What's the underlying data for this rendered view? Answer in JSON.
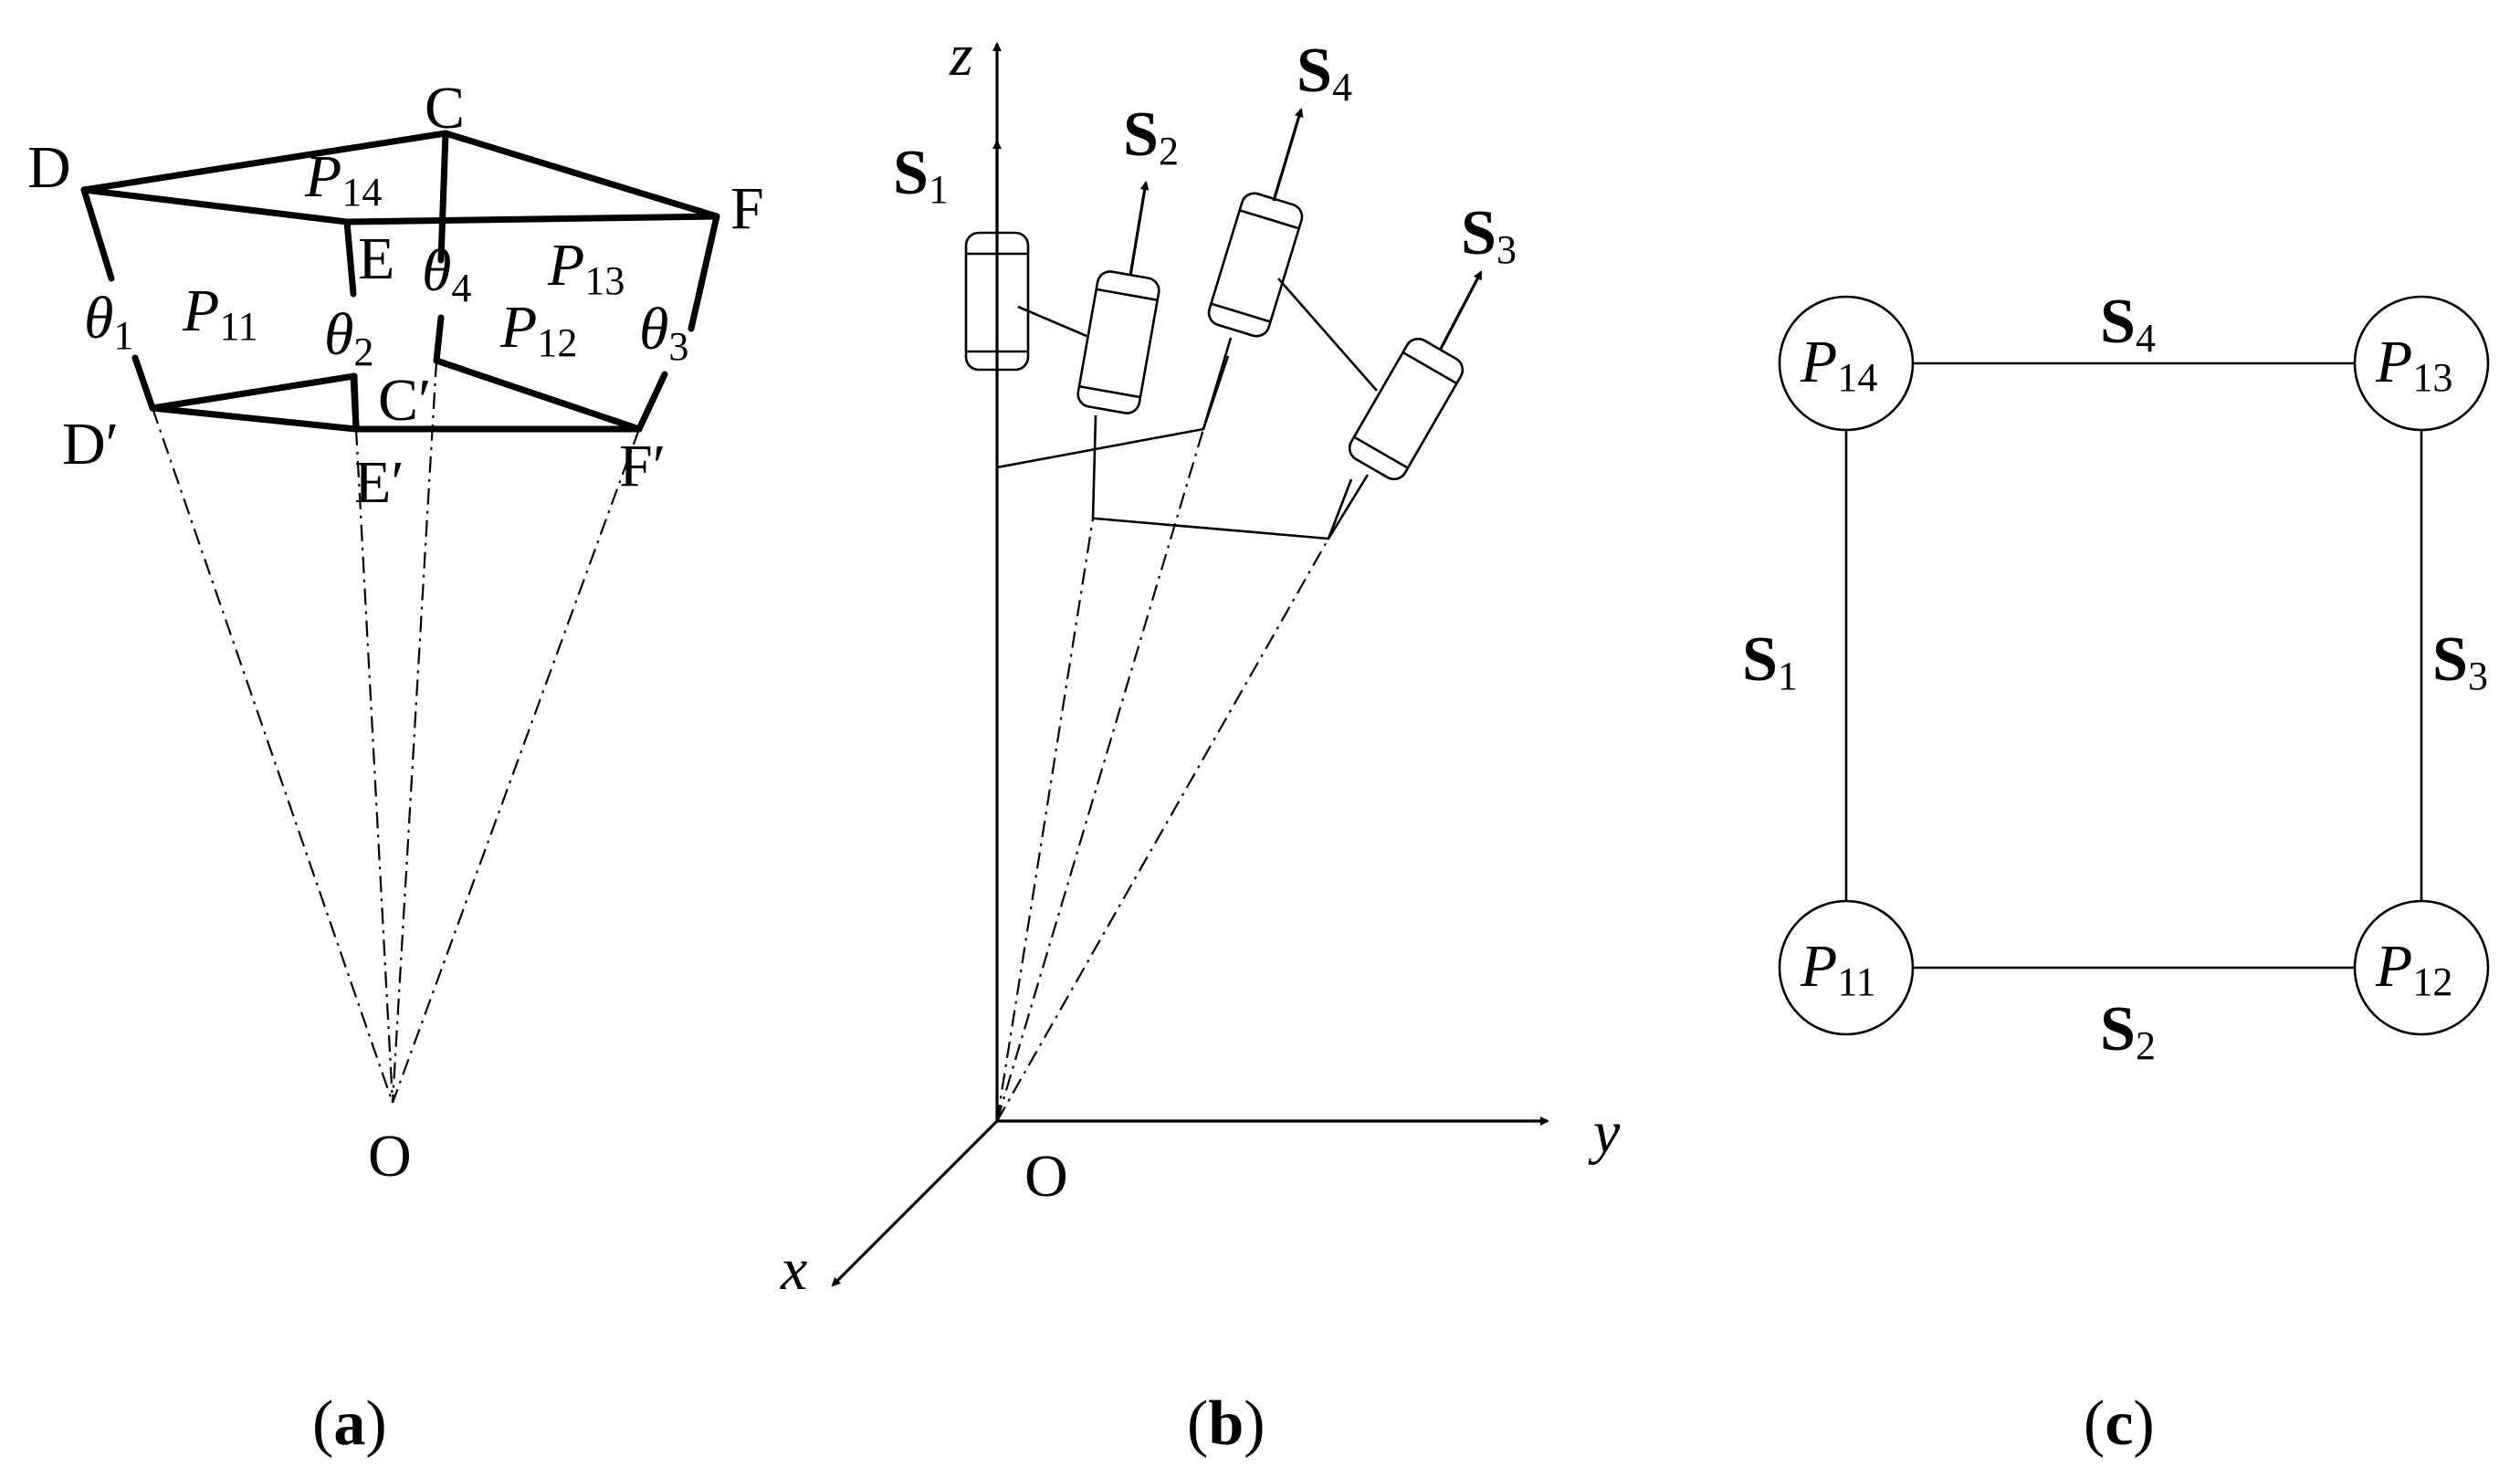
{
  "panel_a": {
    "caption": {
      "open": "(",
      "letter": "a",
      "close": ")"
    },
    "points": {
      "D": "D",
      "C": "C",
      "F": "F",
      "E": "E",
      "O": "O",
      "D_prime": "D",
      "E_prime": "E",
      "C_prime": "C",
      "F_prime": "F",
      "prime_mark": "′"
    },
    "patches": {
      "P14": {
        "base": "P",
        "sub": "14"
      },
      "P11": {
        "base": "P",
        "sub": "11"
      },
      "P13": {
        "base": "P",
        "sub": "13"
      },
      "P12": {
        "base": "P",
        "sub": "12"
      }
    },
    "angles": {
      "theta1": {
        "base": "θ",
        "sub": "1"
      },
      "theta2": {
        "base": "θ",
        "sub": "2"
      },
      "theta3": {
        "base": "θ",
        "sub": "3"
      },
      "theta4": {
        "base": "θ",
        "sub": "4"
      }
    }
  },
  "panel_b": {
    "caption": {
      "open": "(",
      "letter": "b",
      "close": ")"
    },
    "axes": {
      "z": "z",
      "y": "y",
      "x": "x",
      "origin": "O"
    },
    "axis_vectors": {
      "S1": {
        "base": "S",
        "sub": "1"
      },
      "S2": {
        "base": "S",
        "sub": "2"
      },
      "S3": {
        "base": "S",
        "sub": "3"
      },
      "S4": {
        "base": "S",
        "sub": "4"
      }
    }
  },
  "panel_c": {
    "caption": {
      "open": "(",
      "letter": "c",
      "close": ")"
    },
    "nodes": {
      "P14": {
        "base": "P",
        "sub": "14"
      },
      "P13": {
        "base": "P",
        "sub": "13"
      },
      "P11": {
        "base": "P",
        "sub": "11"
      },
      "P12": {
        "base": "P",
        "sub": "12"
      }
    },
    "edges": {
      "S4": {
        "base": "S",
        "sub": "4"
      },
      "S1": {
        "base": "S",
        "sub": "1"
      },
      "S3": {
        "base": "S",
        "sub": "3"
      },
      "S2": {
        "base": "S",
        "sub": "2"
      }
    }
  }
}
